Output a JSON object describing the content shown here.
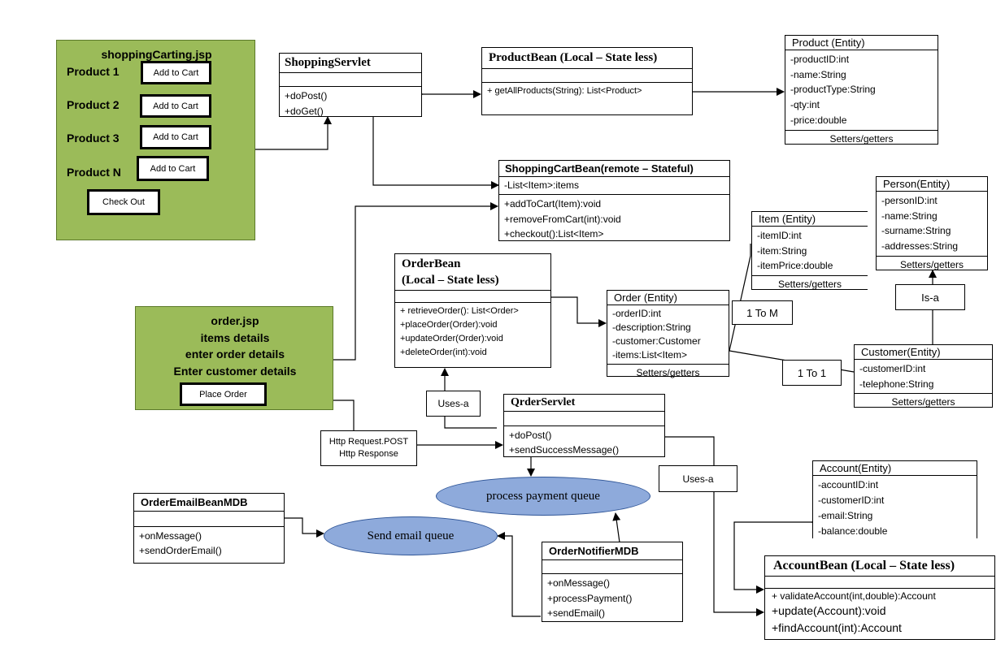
{
  "shopping_jsp": {
    "title": "shoppingCarting.jsp",
    "products": [
      "Product 1",
      "Product 2",
      "Product 3",
      "Product N"
    ],
    "add_to_cart": "Add to Cart",
    "checkout": "Check Out"
  },
  "order_jsp": {
    "lines": [
      "order.jsp",
      "items details",
      "enter order details",
      "Enter customer details"
    ],
    "place_order": "Place Order"
  },
  "shopping_servlet": {
    "name": "ShoppingServlet",
    "ops": [
      "+doPost()",
      "+doGet()"
    ]
  },
  "product_bean": {
    "name": "ProductBean (Local – State less)",
    "ops": [
      "+ getAllProducts(String): List<Product>"
    ]
  },
  "product_entity": {
    "name": "Product (Entity)",
    "attrs": [
      "-productID:int",
      "-name:String",
      "-productType:String",
      "-qty:int",
      "-price:double"
    ],
    "footer": "Setters/getters"
  },
  "cart_bean": {
    "name": "ShoppingCartBean(remote – Stateful)",
    "attrs": [
      "-List<Item>:items"
    ],
    "ops": [
      "+addToCart(Item):void",
      "+removeFromCart(int):void",
      "+checkout():List<Item>"
    ]
  },
  "person_entity": {
    "name": "Person(Entity)",
    "attrs": [
      "-personID:int",
      "-name:String",
      "-surname:String",
      "-addresses:String"
    ],
    "footer": "Setters/getters"
  },
  "item_entity": {
    "name": "Item (Entity)",
    "attrs": [
      "-itemID:int",
      "-item:String",
      "-itemPrice:double"
    ],
    "footer": "Setters/getters"
  },
  "order_bean": {
    "name_lines": [
      "OrderBean",
      "(Local – State less)"
    ],
    "ops": [
      "+ retrieveOrder(): List<Order>",
      "+placeOrder(Order):void",
      "+updateOrder(Order):void",
      "+deleteOrder(int):void"
    ]
  },
  "order_entity": {
    "name": "Order (Entity)",
    "attrs": [
      "-orderID:int",
      "-description:String",
      "-customer:Customer",
      "-items:List<Item>"
    ],
    "footer": "Setters/getters"
  },
  "customer_entity": {
    "name": "Customer(Entity)",
    "attrs": [
      "-customerID:int",
      "-telephone:String"
    ],
    "footer": "Setters/getters"
  },
  "order_servlet": {
    "name": "QrderServlet",
    "ops": [
      "+doPost()",
      "+sendSuccessMessage()"
    ]
  },
  "account_entity": {
    "name": "Account(Entity)",
    "attrs": [
      "-accountID:int",
      "-customerID:int",
      "-email:String",
      "-balance:double"
    ]
  },
  "account_bean": {
    "name": "AccountBean (Local – State less)",
    "ops": [
      "+ validateAccount(int,double):Account",
      "+update(Account):void",
      "+findAccount(int):Account"
    ]
  },
  "email_mdb": {
    "name": "OrderEmailBeanMDB",
    "ops": [
      "+onMessage()",
      "+sendOrderEmail()"
    ]
  },
  "notifier_mdb": {
    "name": "OrderNotifierMDB",
    "ops": [
      "+onMessage()",
      "+processPayment()",
      "+sendEmail()"
    ]
  },
  "queues": {
    "payment": "process payment queue",
    "email": "Send email queue"
  },
  "labels": {
    "one_to_m": "1 To M",
    "one_to_one": "1 To 1",
    "is_a": "Is-a",
    "uses_a_1": "Uses-a",
    "uses_a_2": "Uses-a",
    "http_request": "Http Request.POST",
    "http_response": "Http Response"
  },
  "colors": {
    "jsp_fill": "#9bbb59",
    "queue_fill": "#8eaadb",
    "queue_border": "#2f5597"
  }
}
